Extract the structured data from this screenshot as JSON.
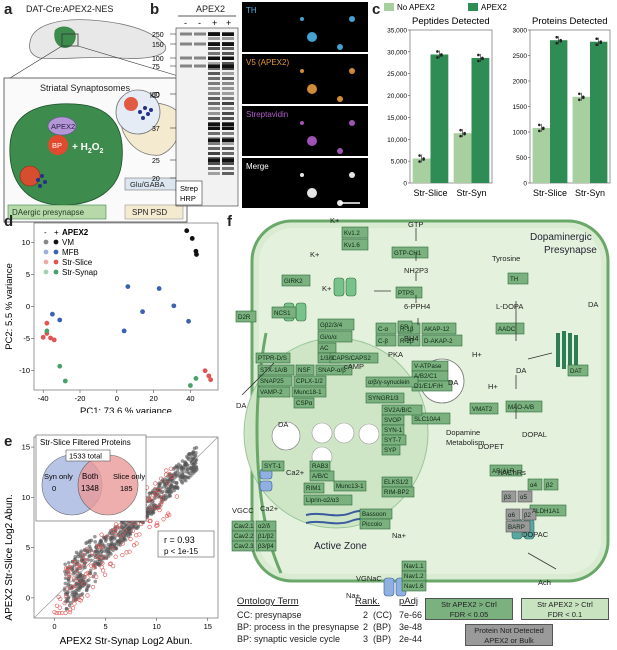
{
  "panels": {
    "a": "a",
    "b": "b",
    "c": "c",
    "d": "d",
    "e": "e",
    "f": "f"
  },
  "a": {
    "title": "DAT-Cre:APEX2-NES",
    "sub": "Striatal Synaptosomes",
    "apex": "APEX2",
    "bp": "BP",
    "h2o2": "+ H",
    "h2o2_sub": "2",
    "h2o2_end": "O",
    "glu": "Glu/GABA",
    "dag": "DAergic presynapse",
    "spn": "SPN PSD"
  },
  "b": {
    "header": "APEX2",
    "lanes": [
      "-",
      "-",
      "+",
      "+"
    ],
    "kd": "kD",
    "markers": [
      "250",
      "150",
      "100",
      "75",
      "50",
      "37",
      "25",
      "20"
    ],
    "strep": "Strep",
    "hrp": "HRP",
    "channels": [
      {
        "label": "TH",
        "color": "#4ab4e6"
      },
      {
        "label": "V5 (APEX2)",
        "color": "#e69a3c"
      },
      {
        "label": "Streptavidin",
        "color": "#b05bc8"
      },
      {
        "label": "Merge",
        "color": "#ffffff"
      }
    ]
  },
  "c": {
    "legend": [
      "No APEX2",
      "APEX2"
    ],
    "colors": {
      "no": "#a8cfa0",
      "apex": "#2f8c55"
    }
  },
  "chart_data": [
    {
      "type": "bar",
      "title": "Peptides Detected",
      "categories": [
        "Str-Slice",
        "Str-Syn"
      ],
      "series": [
        {
          "name": "No APEX2",
          "values": [
            5600,
            11400
          ]
        },
        {
          "name": "APEX2",
          "values": [
            29400,
            28600
          ]
        }
      ],
      "ylim": [
        0,
        35000
      ],
      "yticks": [
        "0",
        "5,000",
        "10,000",
        "15,000",
        "20,000",
        "25,000",
        "30,000",
        "35,000"
      ]
    },
    {
      "type": "bar",
      "title": "Proteins Detected",
      "categories": [
        "Str-Slice",
        "Str-Syn"
      ],
      "series": [
        {
          "name": "No APEX2",
          "values": [
            1080,
            1690
          ]
        },
        {
          "name": "APEX2",
          "values": [
            2800,
            2770
          ]
        }
      ],
      "ylim": [
        0,
        3000
      ],
      "yticks": [
        "0",
        "500",
        "1000",
        "1500",
        "2000",
        "2500",
        "3000"
      ]
    },
    {
      "type": "scatter",
      "xlabel": "PC1: 73.6 % variance",
      "ylabel": "PC2: 5.5 % variance",
      "legend_title": "APEX2",
      "legend_header": [
        "-",
        "+"
      ],
      "legend": [
        "VM",
        "MFB",
        "Str-Slice",
        "Str-Synap"
      ],
      "colors": [
        "#111111",
        "#3a62b0",
        "#e05454",
        "#4aa06a"
      ],
      "xticks": [
        "-40",
        "-20",
        "0",
        "20",
        "40"
      ],
      "yticks": [
        "-10",
        "-5",
        "0",
        "5",
        "10"
      ],
      "xlim": [
        -45,
        55
      ],
      "ylim": [
        -13,
        13
      ],
      "points": [
        {
          "g": 0,
          "x": 38,
          "y": 11.8
        },
        {
          "g": 0,
          "x": 41,
          "y": 10.6
        },
        {
          "g": 0,
          "x": 43,
          "y": 8.6
        },
        {
          "g": 0,
          "x": 43.3,
          "y": 8.1
        },
        {
          "g": 1,
          "x": -35,
          "y": -1.2
        },
        {
          "g": 1,
          "x": -31,
          "y": -2.1
        },
        {
          "g": 1,
          "x": 6,
          "y": 3.1
        },
        {
          "g": 1,
          "x": 14,
          "y": -0.8
        },
        {
          "g": 1,
          "x": 23,
          "y": 2.8
        },
        {
          "g": 1,
          "x": 4,
          "y": -3.8
        },
        {
          "g": 1,
          "x": 31,
          "y": 0.1
        },
        {
          "g": 1,
          "x": 39,
          "y": -2.3
        },
        {
          "g": 2,
          "x": -38,
          "y": -2.6
        },
        {
          "g": 2,
          "x": -38,
          "y": -4.2
        },
        {
          "g": 2,
          "x": -40,
          "y": -4.8
        },
        {
          "g": 2,
          "x": -36,
          "y": -4.9
        },
        {
          "g": 2,
          "x": -34,
          "y": -5.2
        },
        {
          "g": 2,
          "x": 48,
          "y": -10.0
        },
        {
          "g": 2,
          "x": 50,
          "y": -10.8
        },
        {
          "g": 2,
          "x": 51,
          "y": -11.4
        },
        {
          "g": 3,
          "x": -38,
          "y": -3.8
        },
        {
          "g": 3,
          "x": -31,
          "y": -9.3
        },
        {
          "g": 3,
          "x": -28,
          "y": -11.6
        },
        {
          "g": 3,
          "x": 40,
          "y": -12.3
        },
        {
          "g": 3,
          "x": 43,
          "y": -11.2
        }
      ]
    },
    {
      "type": "scatter",
      "xlabel": "APEX2 Str-Synap Log2 Abun.",
      "ylabel": "APEX2 Str-Slice Log2 Abun.",
      "xticks": [
        "0",
        "5",
        "10",
        "15"
      ],
      "yticks": [
        "0",
        "5",
        "10",
        "15"
      ],
      "xlim": [
        -2,
        16
      ],
      "ylim": [
        -2,
        16
      ],
      "annotation": [
        "r = 0.93",
        "p < 1e-15"
      ]
    }
  ],
  "e": {
    "venn_title": "Str-Slice Filtered Proteins",
    "total": "1533 total",
    "syn_only": "Syn only",
    "syn_only_n": "0",
    "both": "Both",
    "both_n": "1348",
    "slice_only": "Slice only",
    "slice_only_n": "185"
  },
  "f": {
    "title_line1": "Dopaminergic",
    "title_line2": "Presynapse",
    "active_zone": "Active Zone",
    "dopamine_metab_1": "Dopamine",
    "dopamine_metab_2": "Metabolism",
    "boxes": {
      "kv12": "Kv1.2",
      "kv16": "Kv1.6",
      "girk2": "GIRK2",
      "d2r": "D2R",
      "ncs1": "NCS1",
      "gb": "Gβ2/3/4",
      "gi": "Gi/o/α",
      "ac": "AC",
      "ac2": "1/3/9",
      "camp": "cAMP",
      "pka": "PKA",
      "ca": "C-α",
      "cb": "C-β",
      "r1b": "R-1β",
      "r2b": "R-2β",
      "akap12": "AKAP-12",
      "dakap2": "D-AKAP-2",
      "gtp": "GTP",
      "gtpch": "GTP-CH1",
      "nh2p3": "NH2P3",
      "ptps": "PTPS",
      "pph4": "6-PPH4",
      "sr": "SR",
      "bh4": "BH4",
      "tyr": "Tyrosine",
      "th": "TH",
      "ldopa": "L-DOPA",
      "aadc": "AADC",
      "da": "DA",
      "dat": "DAT",
      "vatp1": "V-ATPase",
      "vatp2": "A/B2/C1",
      "vatp3": "D1/E1/F/H",
      "hplus": "H+",
      "vmat2": "VMAT2",
      "slc": "SLC10A4",
      "maoab": "MAO-A/B",
      "dopal": "DOPAL",
      "dopet": "DOPET",
      "aralr": "AR/ALR",
      "aldh": "ALDH1A1",
      "dopac": "DOPAC",
      "ptpr": "PTPR-D/S",
      "caps": "CAPS/CAPS2",
      "stx": "STX-1A/B",
      "nsf": "NSF",
      "snapab": "SNAP-α/β",
      "snap25": "SNAP25",
      "cplx": "CPLX-1/2",
      "vamp": "VAMP-2",
      "munc18": "Munc18-1",
      "cspa": "CSPα",
      "syn": "α/β/γ-synuclein",
      "syngr": "SYNGR1/3",
      "sv2": "SV2A/B/C",
      "svop": "SVOP",
      "syn1": "SYN-1",
      "syt7": "SYT-7",
      "syp": "SYP",
      "syt1": "SYT-1",
      "rab3": "RAB3",
      "rab3b": "A/B/C",
      "rim1": "RIM1",
      "munc13": "Munc13-1",
      "liprin": "Liprin-α2/α3",
      "elks": "ELKS1/2",
      "rimbp": "RIM-BP2",
      "bassoon": "Bassoon",
      "piccolo": "Piccolo",
      "vgcc": "VGCC",
      "cav21": "Cav2.1",
      "cav22": "Cav2.2",
      "cav23": "Cav2.3",
      "a2d": "α2/δ",
      "b12": "β1/β2",
      "b34": "β3/β4",
      "vganc": "VGNaC",
      "nav11": "Nav1.1",
      "nav12": "Nav1.2",
      "nav16": "Nav1.6",
      "nachr": "nAChRs",
      "a4": "α4",
      "b2": "β2",
      "b3": "β3",
      "a5": "α5",
      "a6": "α6",
      "b2b": "β2",
      "barp": "BARP",
      "ach": "Ach",
      "kplus": "K+",
      "naplus": "Na+",
      "caplus": "Ca2+"
    },
    "ontology_header": [
      "Ontology Term",
      "Rank.",
      "pAdj"
    ],
    "ontology": [
      {
        "term": "CC: presynapse",
        "rank": "2",
        "cat": "(CC)",
        "padj": "7e-66"
      },
      {
        "term": "BP: process in the presynapse",
        "rank": "2",
        "cat": "(BP)",
        "padj": "3e-48"
      },
      {
        "term": "BP: synaptic vesicle cycle",
        "rank": "3",
        "cat": "(BP)",
        "padj": "2e-44"
      }
    ],
    "legend": [
      {
        "l1": "Str APEX2 > Ctrl",
        "l2": "FDR < 0.05",
        "color": "#7bb07f"
      },
      {
        "l1": "Str APEX2 > Ctrl",
        "l2": "FDR < 0.1",
        "color": "#c8e3c0"
      },
      {
        "l1": "Protein Not Detected",
        "l2": "APEX2 or Bulk",
        "color": "#9a9a9a"
      }
    ]
  }
}
